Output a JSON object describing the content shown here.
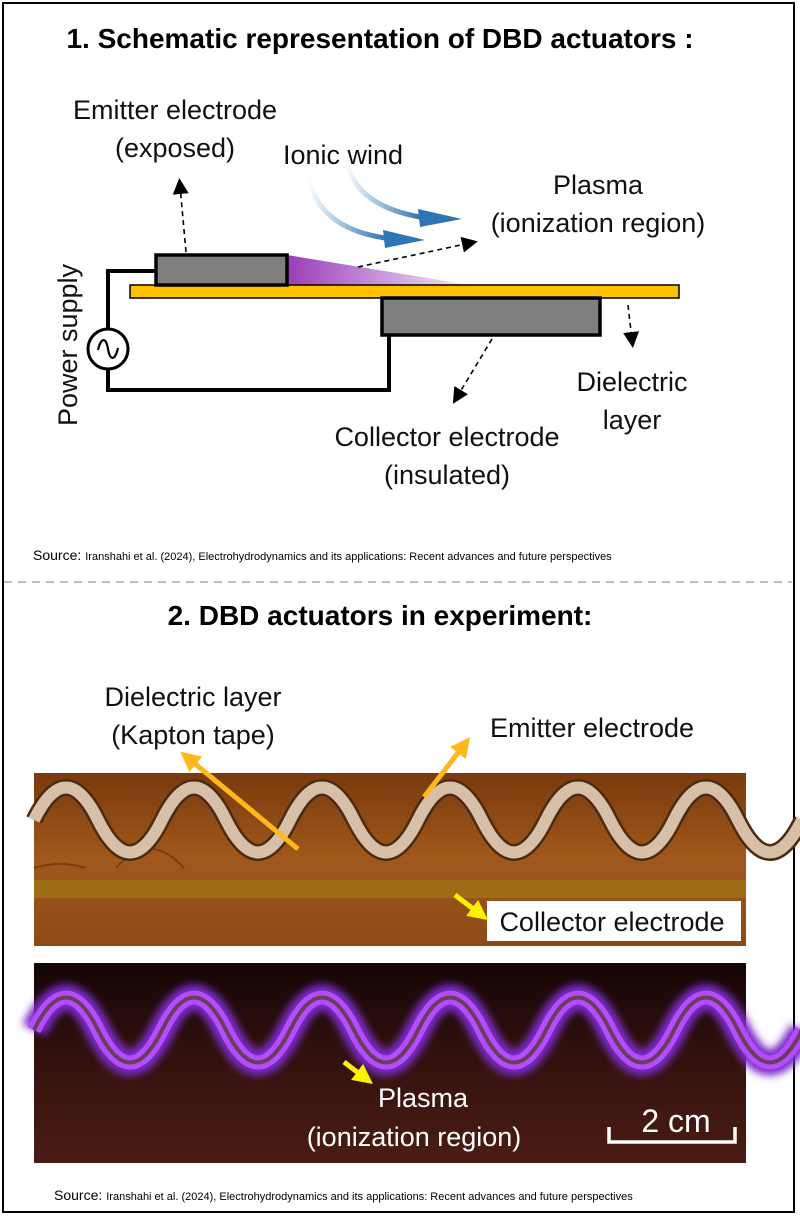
{
  "section1": {
    "title": "1. Schematic representation of DBD actuators :",
    "labels": {
      "emitter_line1": "Emitter electrode",
      "emitter_line2": "(exposed)",
      "ionic_wind": "Ionic wind",
      "plasma_line1": "Plasma",
      "plasma_line2": "(ionization region)",
      "power_supply": "Power supply",
      "dielectric_line1": "Dielectric",
      "dielectric_line2": "layer",
      "collector_line1": "Collector electrode",
      "collector_line2": "(insulated)"
    },
    "source_prefix": "Source:",
    "source_text": "Iranshahi et al. (2024), Electrohydrodynamics and its applications: Recent advances and future perspectives"
  },
  "section2": {
    "title": "2. DBD actuators in experiment:",
    "labels": {
      "dielectric_line1": "Dielectric layer",
      "dielectric_line2": "(Kapton tape)",
      "emitter": "Emitter electrode",
      "collector": "Collector electrode",
      "plasma_line1": "Plasma",
      "plasma_line2": "(ionization region)",
      "scale_bar": "2 cm"
    },
    "source_prefix": "Source:",
    "source_text": "Iranshahi et al. (2024), Electrohydrodynamics and its applications: Recent advances and future perspectives"
  },
  "colors": {
    "dielectric": "#FFC000",
    "electrode": "#7F7F7F",
    "plasma": "#A040C0",
    "ionic_wind": "#2E75B6",
    "photo_bg": "#8A4A14",
    "photo_dark": "#2A0C0C",
    "glow": "#B44CFF",
    "arrow_orange": "#FFB81C",
    "arrow_yellow": "#FFF200"
  }
}
